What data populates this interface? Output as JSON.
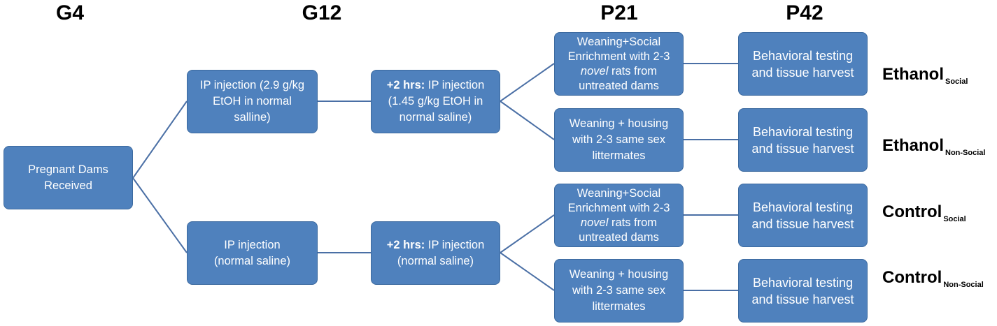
{
  "stages": [
    "G4",
    "G12",
    "P21",
    "P42"
  ],
  "root": {
    "line1": "Pregnant Dams",
    "line2": "Received"
  },
  "g4_boxes": [
    {
      "lines": [
        "IP injection (2.9 g/kg",
        "EtOH in normal",
        "salline)"
      ]
    },
    {
      "lines": [
        "IP injection",
        "(normal saline)"
      ]
    }
  ],
  "g12_boxes": [
    {
      "bold": "+2 hrs:",
      "rest": " IP injection",
      "lines": [
        "(1.45 g/kg EtOH in",
        "normal saline)"
      ]
    },
    {
      "bold": "+2 hrs:",
      "rest": " IP injection",
      "lines": [
        "(normal saline)"
      ]
    }
  ],
  "p21_boxes": [
    {
      "line1": "Weaning+Social",
      "line2": "Enrichment with  2-3",
      "italic": "novel",
      "line3_rest": " rats from",
      "line4": "untreated dams"
    },
    {
      "lines": [
        "Weaning + housing",
        "with 2-3 same sex",
        "littermates"
      ]
    },
    {
      "line1": "Weaning+Social",
      "line2": "Enrichment with  2-3",
      "italic": "novel",
      "line3_rest": " rats from",
      "line4": "untreated dams"
    },
    {
      "lines": [
        "Weaning + housing",
        "with 2-3 same sex",
        "littermates"
      ]
    }
  ],
  "p42_boxes": [
    {
      "lines": [
        "Behavioral testing",
        "and tissue harvest"
      ]
    },
    {
      "lines": [
        "Behavioral testing",
        "and tissue harvest"
      ]
    },
    {
      "lines": [
        "Behavioral testing",
        "and tissue harvest"
      ]
    },
    {
      "lines": [
        "Behavioral testing",
        "and tissue harvest"
      ]
    }
  ],
  "groups": [
    {
      "main": "Ethanol",
      "sub": "Social"
    },
    {
      "main": "Ethanol",
      "sub": "Non-Social"
    },
    {
      "main": "Control",
      "sub": "Social"
    },
    {
      "main": "Control",
      "sub": "Non-Social"
    }
  ],
  "colors": {
    "box_fill": "#4f81bd",
    "connector": "#4a6fa5",
    "text_on_box": "#ffffff"
  }
}
